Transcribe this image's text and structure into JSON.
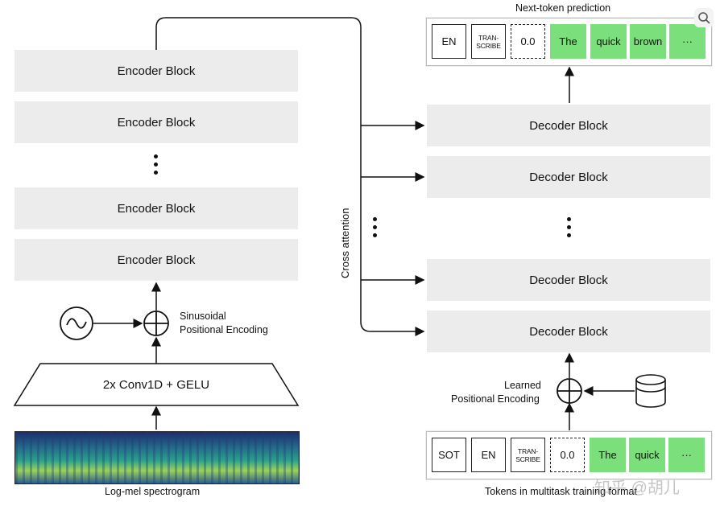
{
  "encoder": {
    "block_label": "Encoder Block",
    "conv_label": "2x Conv1D + GELU",
    "positional_label_1": "Sinusoidal",
    "positional_label_2": "Positional Encoding",
    "input_label": "Log-mel spectrogram"
  },
  "decoder": {
    "block_label": "Decoder Block",
    "positional_label_1": "Learned",
    "positional_label_2": "Positional Encoding",
    "cross_attention_label": "Cross attention",
    "output_title": "Next-token prediction",
    "input_caption": "Tokens in multitask training format"
  },
  "output_tokens": [
    {
      "text": "EN",
      "style": "box"
    },
    {
      "text": "TRAN-SCRIBE",
      "style": "box-small"
    },
    {
      "text": "0.0",
      "style": "dash"
    },
    {
      "text": "The",
      "style": "green"
    },
    {
      "text": "quick",
      "style": "green"
    },
    {
      "text": "brown",
      "style": "green"
    },
    {
      "text": "···",
      "style": "green"
    }
  ],
  "input_tokens": [
    {
      "text": "SOT",
      "style": "box"
    },
    {
      "text": "EN",
      "style": "box"
    },
    {
      "text": "TRAN-SCRIBE",
      "style": "box-small"
    },
    {
      "text": "0.0",
      "style": "dash"
    },
    {
      "text": "The",
      "style": "green"
    },
    {
      "text": "quick",
      "style": "green"
    },
    {
      "text": "···",
      "style": "green"
    }
  ],
  "watermark": "知乎 @胡儿",
  "colors": {
    "block": "#ececec",
    "token_green": "#7be07b",
    "line": "#111111"
  }
}
